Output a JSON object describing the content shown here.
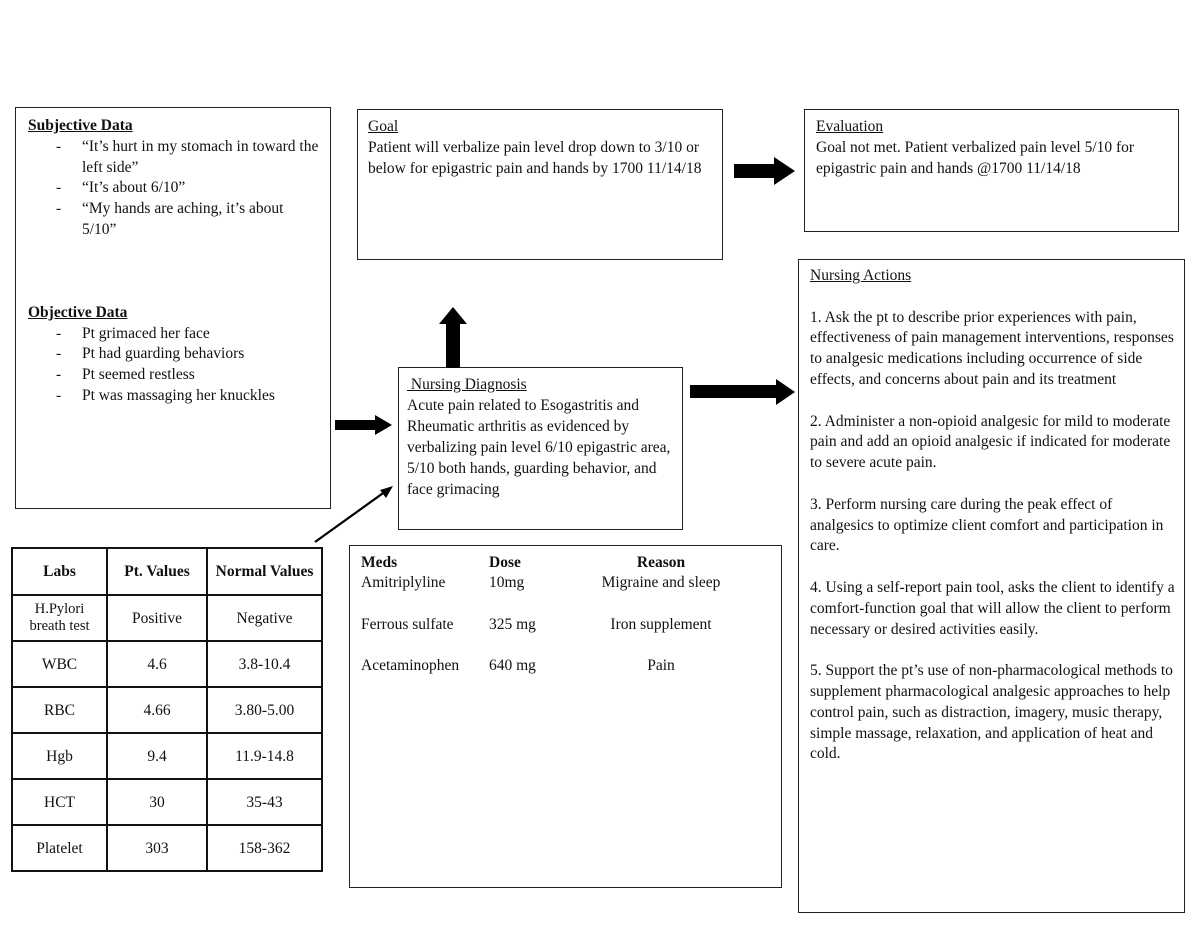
{
  "subjective": {
    "heading": "Subjective Data",
    "items": [
      "“It’s hurt in my stomach in toward the left side”",
      "“It’s about 6/10”",
      "“My hands are aching, it’s about 5/10”"
    ]
  },
  "objective": {
    "heading": "Objective Data",
    "items": [
      "Pt grimaced her face",
      "Pt had guarding behaviors",
      "Pt seemed restless",
      "Pt was massaging her knuckles"
    ]
  },
  "goal": {
    "heading": "Goal",
    "text": "Patient will verbalize pain level drop down to 3/10 or below for epigastric pain and hands by 1700 11/14/18"
  },
  "evaluation": {
    "heading": "Evaluation",
    "text": "Goal not met. Patient verbalized pain level 5/10 for epigastric pain and hands @1700 11/14/18"
  },
  "diagnosis": {
    "heading": " Nursing Diagnosis",
    "text": "Acute pain related to Esogastritis and Rheumatic arthritis as evidenced by verbalizing pain level 6/10 epigastric area, 5/10 both hands, guarding behavior, and face grimacing"
  },
  "actions": {
    "heading": "Nursing Actions",
    "items": [
      "1. Ask the pt to describe prior experiences with pain, effectiveness of pain management interventions, responses to analgesic medications including occurrence of side effects, and concerns about pain and its treatment",
      "2. Administer a non-opioid analgesic for mild to moderate pain and add an opioid analgesic if indicated for moderate to severe acute pain.",
      "3. Perform nursing care during the peak effect of analgesics to optimize client comfort and participation in care.",
      "4. Using a self-report pain tool, asks the client to identify a comfort-function goal that will allow the client to perform necessary or desired activities easily.",
      "5. Support the pt’s use of non-pharmacological methods to supplement pharmacological analgesic approaches to help control pain, such as distraction, imagery, music therapy, simple massage, relaxation, and application of heat and cold."
    ]
  },
  "labs": {
    "headers": [
      "Labs",
      "Pt. Values",
      "Normal Values"
    ],
    "rows": [
      [
        "H.Pylori breath test",
        "Positive",
        "Negative"
      ],
      [
        "WBC",
        "4.6",
        "3.8-10.4"
      ],
      [
        "RBC",
        "4.66",
        "3.80-5.00"
      ],
      [
        "Hgb",
        "9.4",
        "11.9-14.8"
      ],
      [
        "HCT",
        "30",
        "35-43"
      ],
      [
        "Platelet",
        "303",
        "158-362"
      ]
    ]
  },
  "meds": {
    "headers": [
      "Meds",
      "Dose",
      "Reason"
    ],
    "rows": [
      [
        "Amitriplyline",
        "10mg",
        "Migraine and sleep"
      ],
      [
        "Ferrous sulfate",
        "325 mg",
        "Iron supplement"
      ],
      [
        "Acetaminophen",
        "640 mg",
        "Pain"
      ]
    ]
  }
}
